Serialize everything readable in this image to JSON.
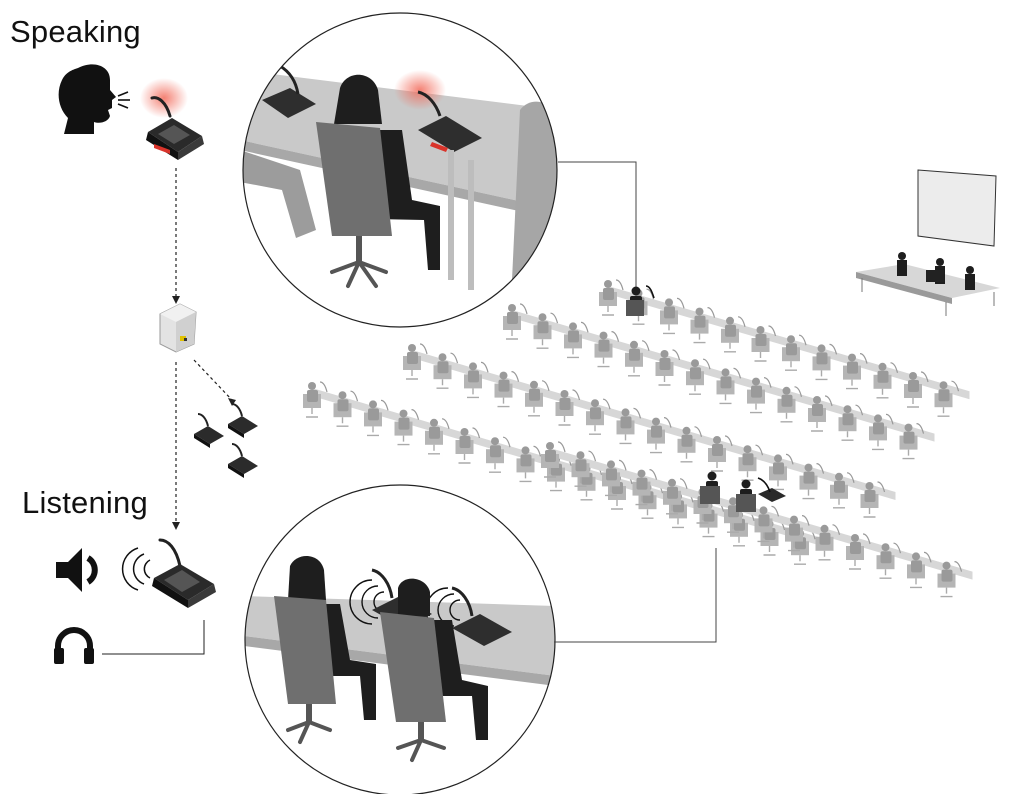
{
  "labels": {
    "speaking": "Speaking",
    "listening": "Listening"
  },
  "icons": {
    "speaker_head": "speaking-head-icon",
    "loudspeaker": "loudspeaker-icon",
    "headphones": "headphones-icon",
    "access_point": "wireless-access-point-icon",
    "delegate_unit": "conference-microphone-icon"
  },
  "colors": {
    "active_glow": "#f26b5b",
    "active_bar": "#d9342b",
    "ink": "#111111",
    "seat_gray": "#9a9a9a",
    "table_gray": "#d7d7d7",
    "dark_figure": "#1e1e1e"
  },
  "layout_rows": [
    {
      "seats": 12
    },
    {
      "seats": 14
    },
    {
      "seats": 16
    },
    {
      "seats": 17
    },
    {
      "seats": 14
    }
  ]
}
